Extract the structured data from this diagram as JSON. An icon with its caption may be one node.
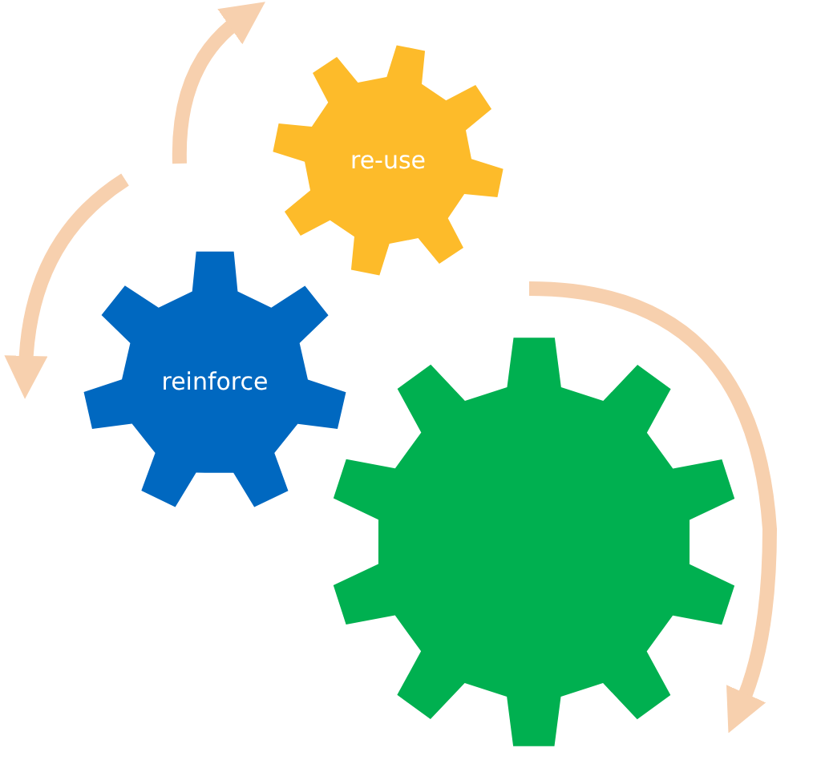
{
  "diagram": {
    "nodes": [
      {
        "text": [
          "re-use"
        ]
      },
      {
        "text": [
          "reinforce"
        ]
      },
      {
        "text": [],
        "shape": "gear"
      }
    ]
  }
}
